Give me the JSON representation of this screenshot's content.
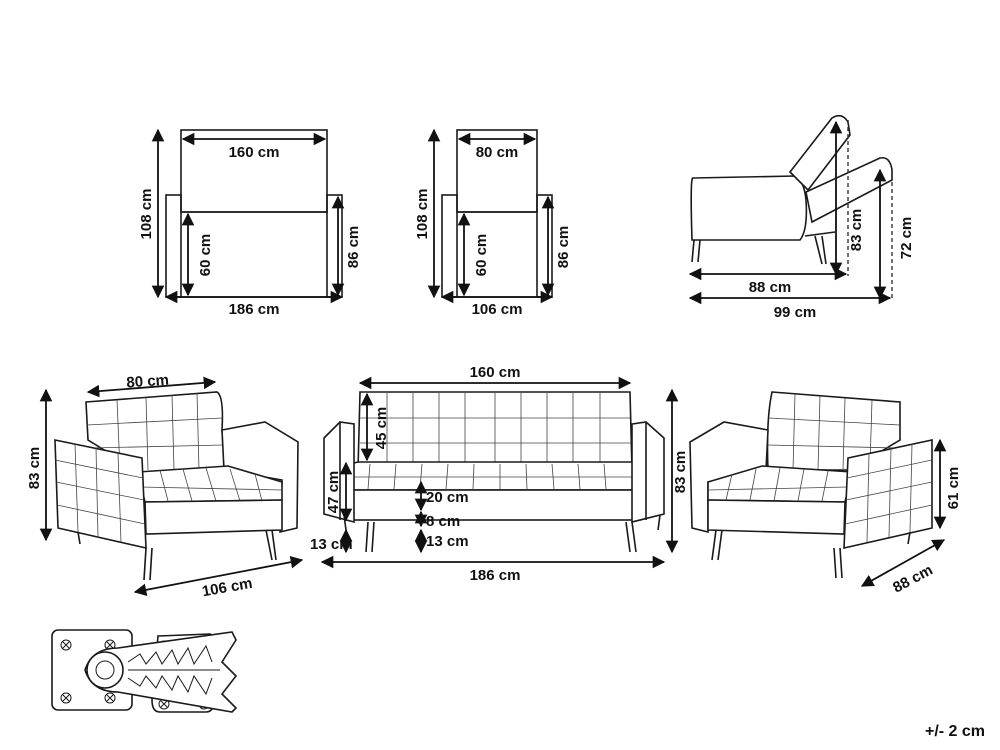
{
  "front_sofa": {
    "width_inner": "160 cm",
    "height_total": "108 cm",
    "seat_height": "60 cm",
    "arm_height": "86 cm",
    "width_total": "186 cm"
  },
  "front_chair": {
    "width_inner": "80 cm",
    "height_total": "108 cm",
    "seat_height": "60 cm",
    "arm_height": "86 cm",
    "width_total": "106 cm"
  },
  "side_recline": {
    "height_upright": "83 cm",
    "height_reclined": "72 cm",
    "depth_upright": "88 cm",
    "depth_reclined": "99 cm"
  },
  "armchair_left": {
    "seat_width": "80 cm",
    "height": "83 cm",
    "width": "106 cm"
  },
  "sofa_center": {
    "width_inner": "160 cm",
    "back_height": "45 cm",
    "seat_height": "47 cm",
    "cushion": "20 cm",
    "base": "8 cm",
    "legs": "13 cm",
    "arm_leg": "13 cm",
    "height": "83 cm",
    "width_total": "186 cm"
  },
  "armchair_right": {
    "arm_height": "61 cm",
    "depth": "88 cm"
  },
  "tolerance": "+/- 2 cm"
}
